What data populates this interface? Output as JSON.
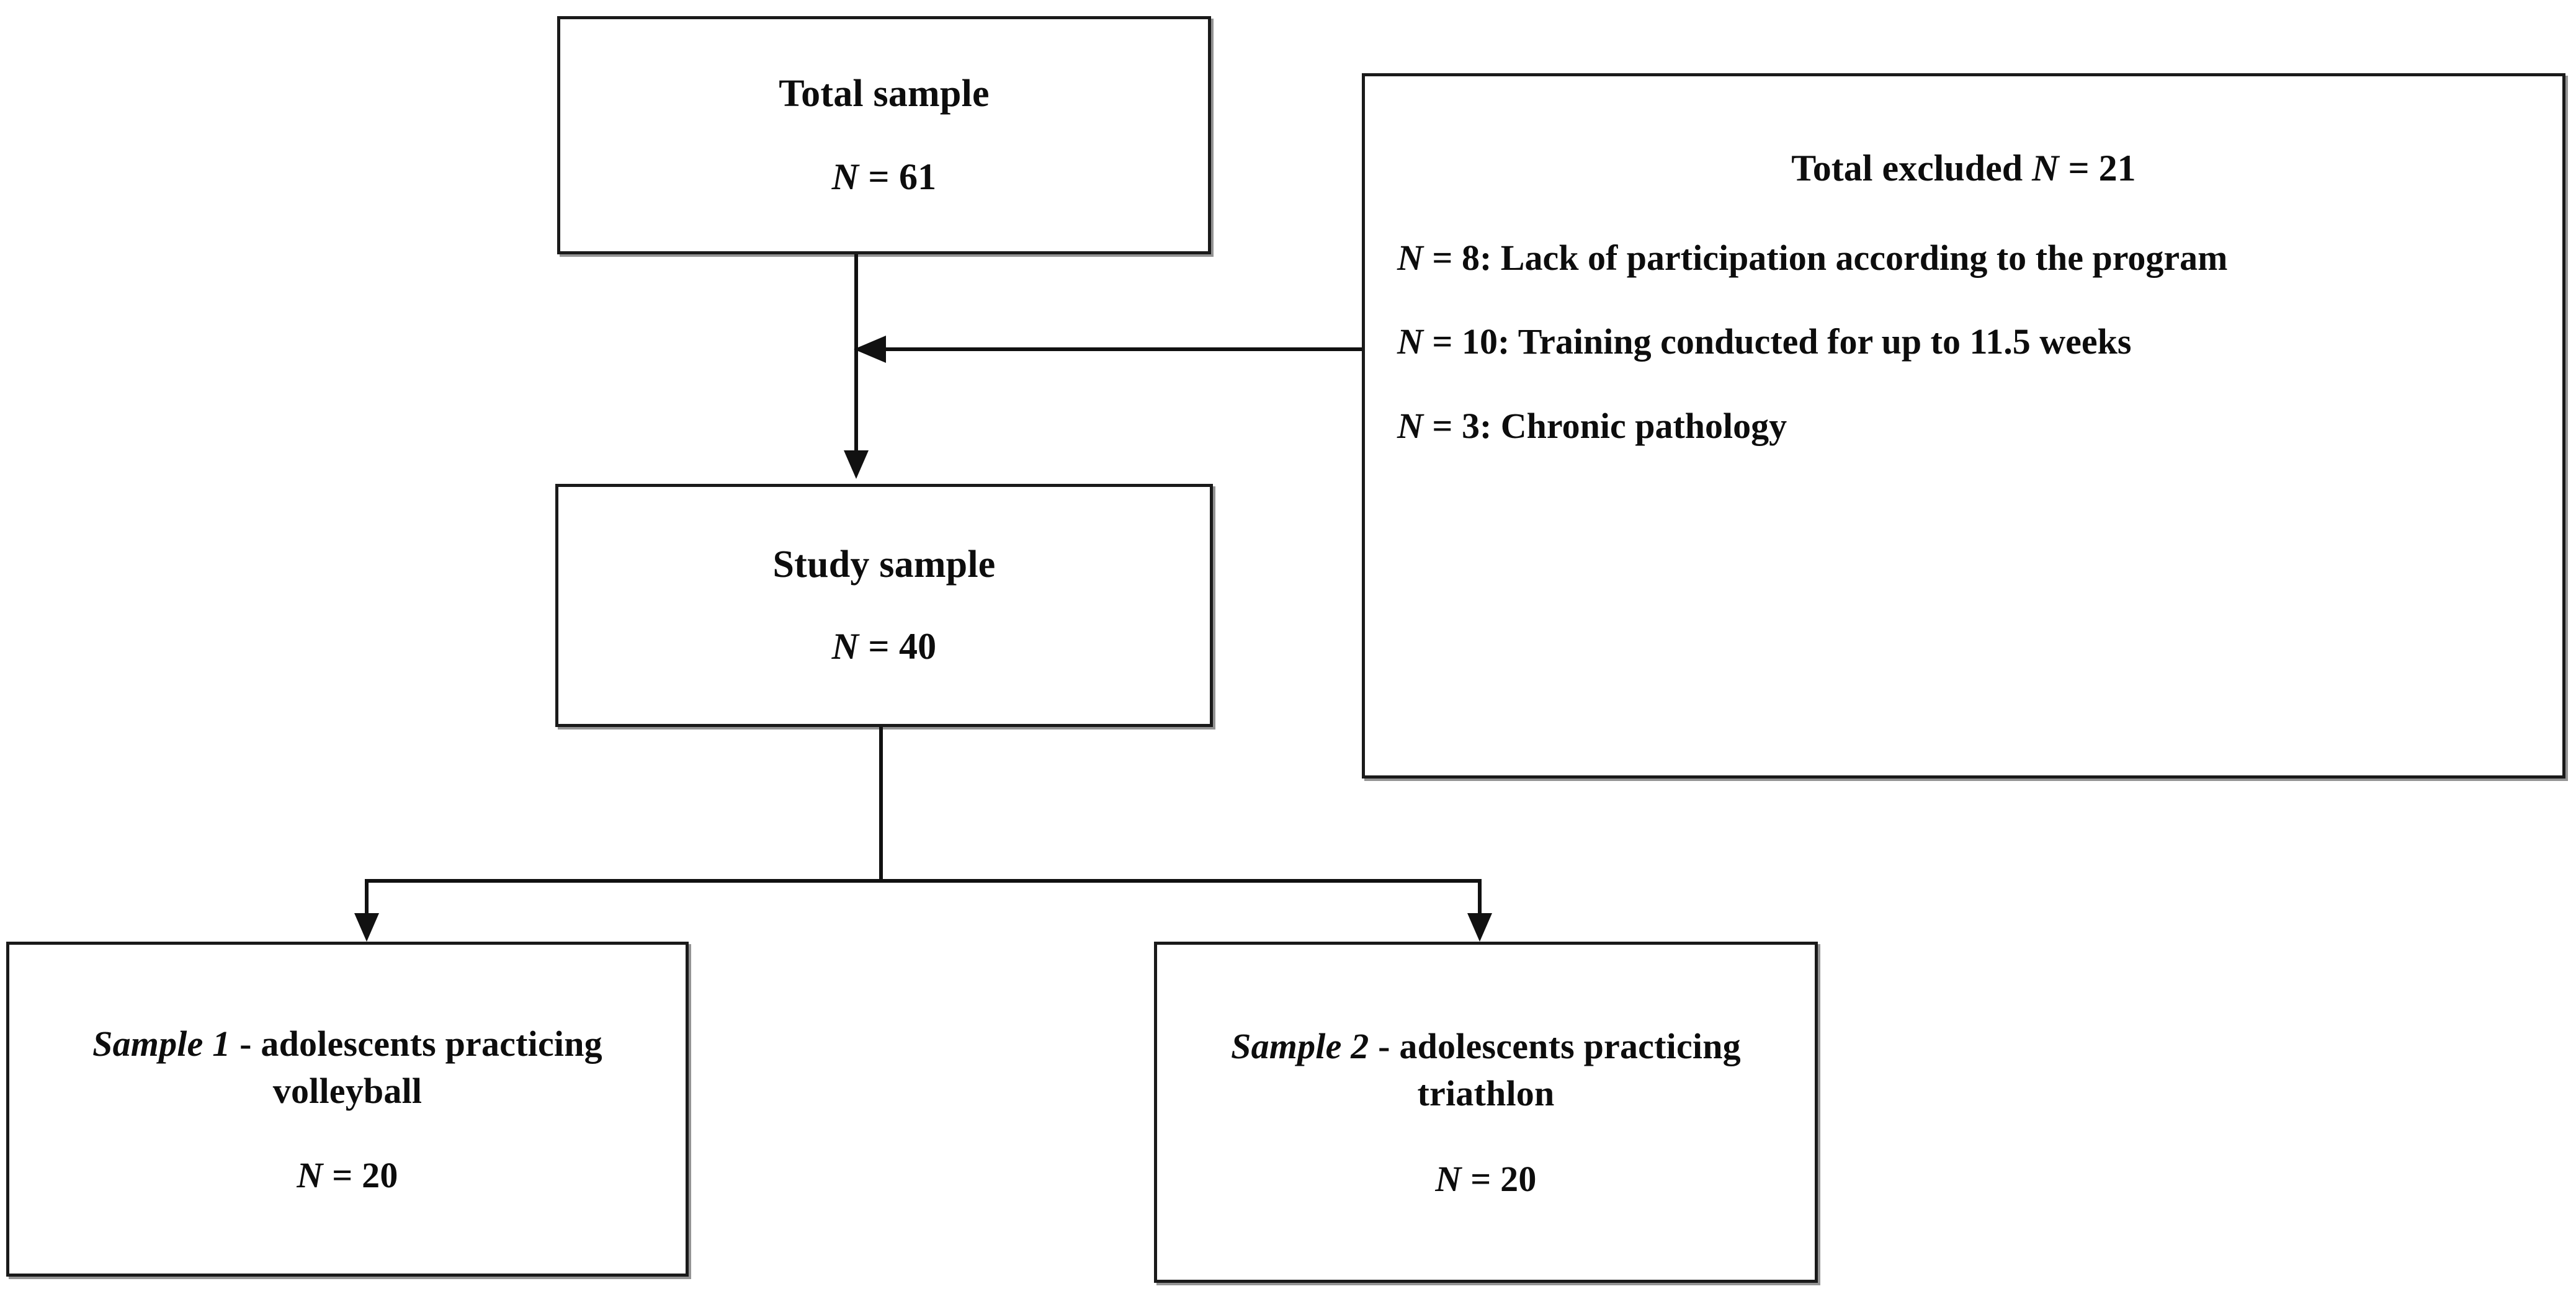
{
  "diagram": {
    "type": "participant-flow-diagram",
    "nodes": {
      "total_sample": {
        "title": "Total sample",
        "count_label": "N",
        "count_equals": " = ",
        "count_value": "61",
        "count_text": "N = 61"
      },
      "excluded": {
        "heading_prefix": "Total excluded ",
        "heading_n": "N",
        "heading_value": " = 21",
        "heading_text": "Total excluded N = 21",
        "reasons": [
          {
            "n": "N",
            "value": " = 8: ",
            "text": "Lack of participation according to the program",
            "full": "N = 8: Lack of participation according to the program"
          },
          {
            "n": "N",
            "value": " = 10: ",
            "text": "Training conducted for up to 11.5 weeks",
            "full": "N = 10: Training conducted for up to 11.5 weeks"
          },
          {
            "n": "N",
            "value": " = 3: ",
            "text": "Chronic pathology",
            "full": "N = 3: Chronic pathology"
          }
        ]
      },
      "study_sample": {
        "title": "Study sample",
        "count_label": "N",
        "count_equals": " = ",
        "count_value": "40",
        "count_text": "N = 40"
      },
      "sample_1": {
        "label_italic": "Sample 1",
        "label_rest": " - adolescents practicing volleyball",
        "title_text": "Sample 1 - adolescents practicing volleyball",
        "count_label": "N",
        "count_equals": " = ",
        "count_value": "20",
        "count_text": "N = 20"
      },
      "sample_2": {
        "label_italic": "Sample 2",
        "label_rest": " - adolescents practicing triathlon",
        "title_text": "Sample 2 - adolescents practicing triathlon",
        "count_label": "N",
        "count_equals": " = ",
        "count_value": "20",
        "count_text": "N = 20"
      }
    },
    "edges": [
      {
        "from": "total_sample",
        "to": "study_sample",
        "style": "arrow-down"
      },
      {
        "from": "excluded",
        "to": "total_study_stem",
        "style": "arrow-left"
      },
      {
        "from": "study_sample",
        "to": "sample_1",
        "style": "elbow-arrow-down"
      },
      {
        "from": "study_sample",
        "to": "sample_2",
        "style": "elbow-arrow-down"
      }
    ],
    "colors": {
      "stroke": "#1a1a1a",
      "connector": "#111111",
      "background": "#ffffff",
      "text": "#0d0d0d",
      "shadow": "rgba(60,60,60,0.55)"
    }
  }
}
